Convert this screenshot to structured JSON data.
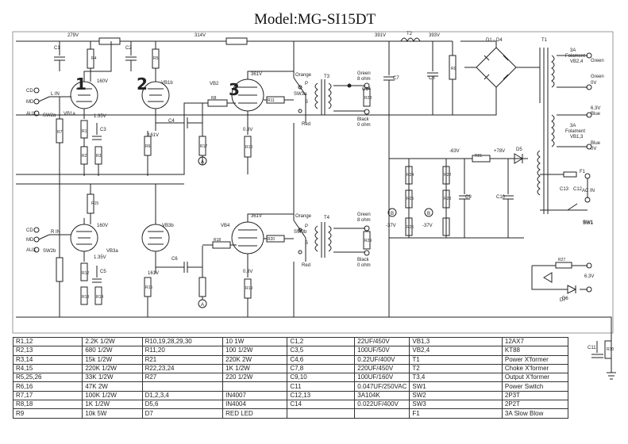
{
  "title": "Model:MG-SI15DT",
  "stage_numbers": [
    "1",
    "2",
    "3"
  ],
  "voltages": [
    "279V",
    "314V",
    "391V",
    "393V",
    "160V",
    "1.35V",
    "161V",
    "361V",
    "0.8V",
    "-63V",
    "+78V",
    "-37V",
    "-37V",
    "160V",
    "1.35V",
    "161V",
    "361V",
    "0.8V"
  ],
  "parts": {
    "tubes": [
      "VB1a",
      "VB1b",
      "VB2",
      "VB3a",
      "VB3b",
      "VB4"
    ],
    "transformers": [
      "T1",
      "T2",
      "T3",
      "T4"
    ],
    "switches": [
      "SW2a",
      "SW2b",
      "SW3a",
      "SW3b",
      "SW1"
    ],
    "caps": [
      "C1",
      "C2",
      "C3",
      "C4",
      "C5",
      "C6",
      "C7",
      "C8",
      "C9",
      "C10",
      "C11",
      "C12",
      "C13",
      "C14"
    ],
    "diodes": [
      "D1 - D4",
      "D5",
      "D6",
      "D7"
    ],
    "fuse": "F1",
    "resistors": [
      "R1",
      "R2",
      "R3",
      "R4",
      "R5",
      "R6",
      "R7",
      "R8",
      "R9",
      "R10",
      "R11",
      "R12",
      "R13",
      "R14",
      "R15",
      "R16",
      "R17",
      "R18",
      "R19",
      "R20",
      "R21",
      "R22",
      "R23",
      "R24",
      "R25",
      "R26",
      "R27",
      "R28",
      "R29",
      "R30"
    ]
  },
  "inputs_ch1": [
    "CD",
    "MD",
    "AUX"
  ],
  "inputs_ch2": [
    "CD",
    "MD",
    "AUX"
  ],
  "input_labels": [
    "L IN",
    "R IN"
  ],
  "transformer_labels": {
    "output_taps": [
      "Orange",
      "Green",
      "8 ohm",
      "Black",
      "0 ohm",
      "Red"
    ],
    "secondaries": [
      "3A",
      "Folament",
      "VB2,4",
      "Green",
      "Green",
      "0V",
      "6.3V",
      "Blue",
      "3A",
      "Folament",
      "VB1,3",
      "Blue",
      "0V"
    ],
    "ac_in": "AC IN",
    "sw1": "SW1",
    "led_v": "6.3V",
    "pin_labels": [
      "P",
      "S",
      "P",
      "S"
    ]
  },
  "ground_markers": [
    "A",
    "B",
    "A",
    "B"
  ],
  "bom_rows": [
    [
      "R1,12",
      "2.2K 1/2W",
      "R10,19,28,29,30",
      "10 1W",
      "C1,2",
      "22UF/450V",
      "VB1,3",
      "12AX7"
    ],
    [
      "R2,13",
      "680 1/2W",
      "R11,20",
      "100 1/2W",
      "C3,5",
      "100UF/50V",
      "VB2,4",
      "KT88"
    ],
    [
      "R3,14",
      "15k 1/2W",
      "R21",
      "220K 2W",
      "C4,6",
      "0.22UF/400V",
      "T1",
      "Power X'former"
    ],
    [
      "R4,15",
      "220K 1/2W",
      "R22,23,24",
      "1K 1/2W",
      "C7,8",
      "220UF/450V",
      "T2",
      "Choke X'former"
    ],
    [
      "R5,25,26",
      "33K 1/2W",
      "R27",
      "220 1/2W",
      "C9,10",
      "100UF/160V",
      "T3,4",
      "Output X'former"
    ],
    [
      "R6,16",
      "47K 2W",
      "",
      "",
      "C11",
      "0.047UF/250VAC",
      "SW1",
      "Power Switch"
    ],
    [
      "R7,17",
      "100K 1/2W",
      "D1,2,3,4",
      "IN4007",
      "C12,13",
      "3A104K",
      "SW2",
      "2P3T"
    ],
    [
      "R8,18",
      "1K 1/2W",
      "D5,6",
      "IN4004",
      "C14",
      "0.022UF/400V",
      "SW3",
      "2P2T"
    ],
    [
      "R9",
      "10k 5W",
      "D7",
      "RED LED",
      "",
      "",
      "F1",
      "3A Slow Blow"
    ]
  ]
}
